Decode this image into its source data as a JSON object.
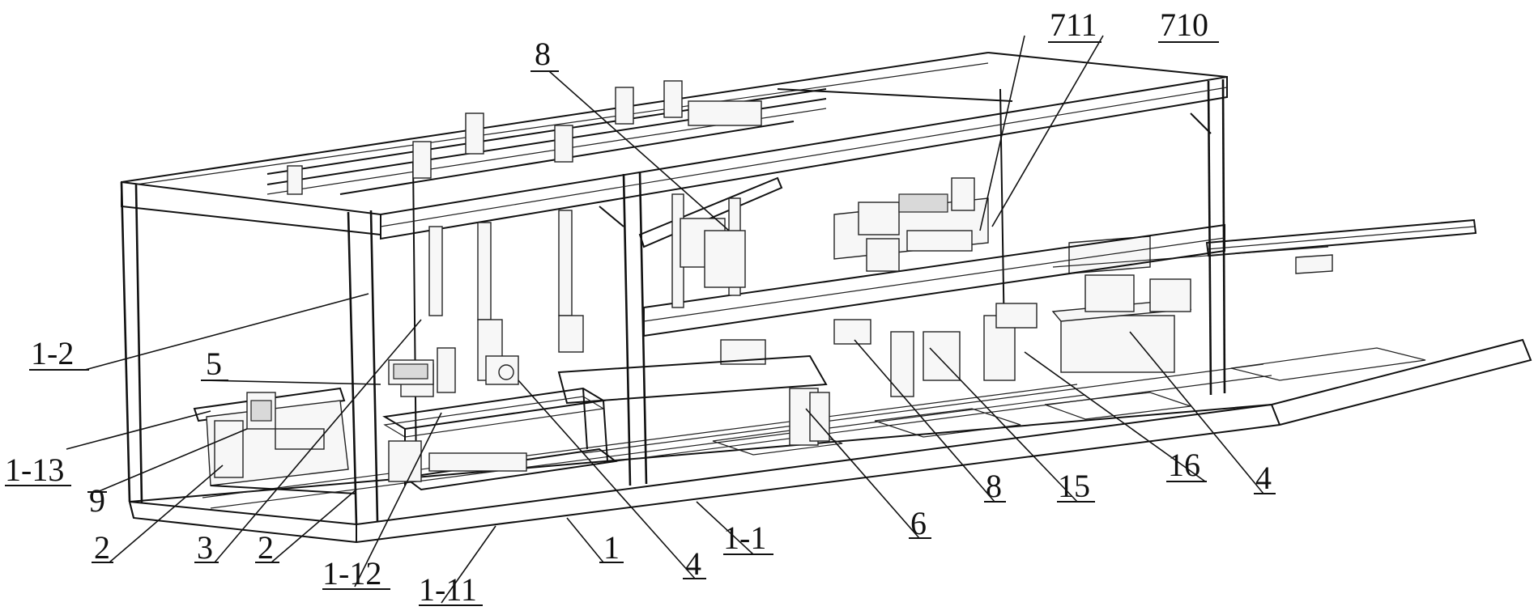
{
  "labels": [
    {
      "id": "l-711",
      "text": "711"
    },
    {
      "id": "l-710",
      "text": "710"
    },
    {
      "id": "l-8-top",
      "text": "8"
    },
    {
      "id": "l-1-2",
      "text": "1-2"
    },
    {
      "id": "l-5",
      "text": "5"
    },
    {
      "id": "l-1-13",
      "text": "1-13"
    },
    {
      "id": "l-9",
      "text": "9"
    },
    {
      "id": "l-2-left",
      "text": "2"
    },
    {
      "id": "l-3",
      "text": "3"
    },
    {
      "id": "l-2-mid",
      "text": "2"
    },
    {
      "id": "l-1-12",
      "text": "1-12"
    },
    {
      "id": "l-1-11",
      "text": "1-11"
    },
    {
      "id": "l-1",
      "text": "1"
    },
    {
      "id": "l-4-mid",
      "text": "4"
    },
    {
      "id": "l-1-1",
      "text": "1-1"
    },
    {
      "id": "l-6",
      "text": "6"
    },
    {
      "id": "l-8-bot",
      "text": "8"
    },
    {
      "id": "l-15",
      "text": "15"
    },
    {
      "id": "l-16",
      "text": "16"
    },
    {
      "id": "l-4-right",
      "text": "4"
    }
  ]
}
